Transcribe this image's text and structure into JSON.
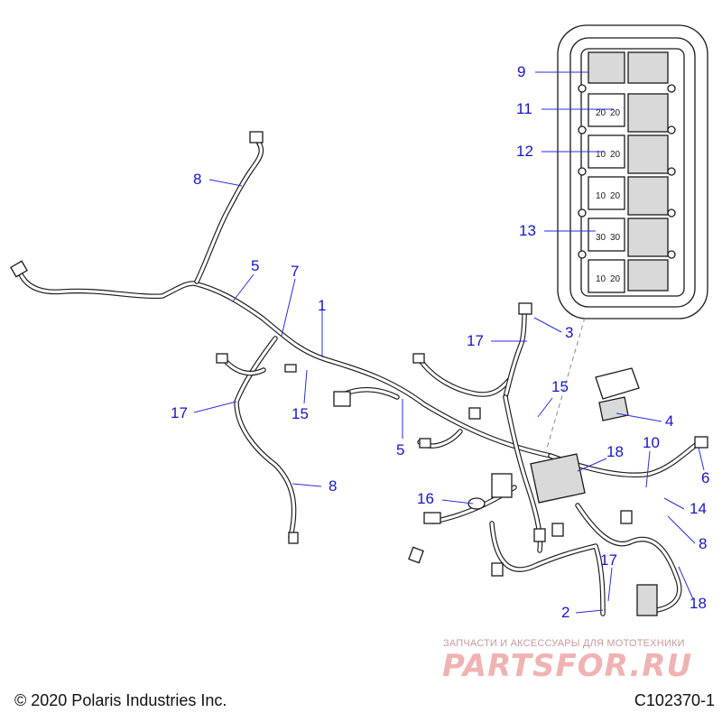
{
  "diagram": {
    "callouts": [
      {
        "id": "c9",
        "label": "9"
      },
      {
        "id": "c11",
        "label": "11"
      },
      {
        "id": "c12",
        "label": "12"
      },
      {
        "id": "c13",
        "label": "13"
      },
      {
        "id": "c8a",
        "label": "8"
      },
      {
        "id": "c5a",
        "label": "5"
      },
      {
        "id": "c7",
        "label": "7"
      },
      {
        "id": "c1",
        "label": "1"
      },
      {
        "id": "c3",
        "label": "3"
      },
      {
        "id": "c17a",
        "label": "17"
      },
      {
        "id": "c17b",
        "label": "17"
      },
      {
        "id": "c15a",
        "label": "15"
      },
      {
        "id": "c15b",
        "label": "15"
      },
      {
        "id": "c4",
        "label": "4"
      },
      {
        "id": "c5b",
        "label": "5"
      },
      {
        "id": "c10",
        "label": "10"
      },
      {
        "id": "c18a",
        "label": "18"
      },
      {
        "id": "c6",
        "label": "6"
      },
      {
        "id": "c8b",
        "label": "8"
      },
      {
        "id": "c16",
        "label": "16"
      },
      {
        "id": "c14",
        "label": "14"
      },
      {
        "id": "c8c",
        "label": "8"
      },
      {
        "id": "c17c",
        "label": "17"
      },
      {
        "id": "c18b",
        "label": "18"
      },
      {
        "id": "c2",
        "label": "2"
      }
    ],
    "fuse_ratings": [
      "20",
      "20",
      "10",
      "20",
      "10",
      "20",
      "30",
      "30",
      "10",
      "20"
    ]
  },
  "watermark": {
    "tagline": "ЗАПЧАСТИ И АКСЕССУАРЫ ДЛЯ МОТОТЕХНИКИ",
    "logo_text": "PARTSFOR.RU"
  },
  "footer": {
    "copyright": "© 2020 Polaris Industries Inc.",
    "code": "C102370-1"
  },
  "colors": {
    "callout": "#1515c8",
    "line_art": "#1a1a1a",
    "watermark": "#f0b2b2"
  }
}
